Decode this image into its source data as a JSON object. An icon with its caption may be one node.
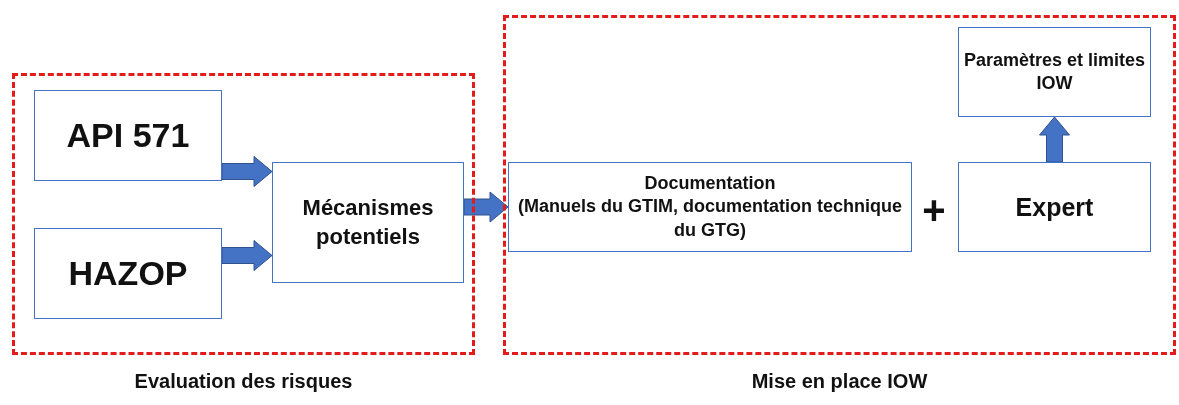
{
  "diagram": {
    "nodes": [
      {
        "text": [
          "Evaluation des risques"
        ]
      },
      {
        "text": [
          "API 571"
        ],
        "in": 0
      },
      {
        "text": [
          "HAZOP"
        ],
        "in": 0
      },
      {
        "text": [
          "Mécanismes potentiels"
        ],
        "in": 0
      },
      {
        "text": [
          "Mise en place IOW"
        ]
      },
      {
        "text": [
          "Documentation",
          "(Manuels du GTIM, documentation technique du GTG)"
        ],
        "in": 4
      },
      {
        "text": [
          "Expert"
        ],
        "in": 4
      },
      {
        "text": [
          "Paramètres et limites IOW"
        ],
        "in": 4
      }
    ],
    "edges": [
      {
        "from": 1,
        "to": 3,
        "arrow": "to"
      },
      {
        "from": 2,
        "to": 3,
        "arrow": "to"
      },
      {
        "from": 3,
        "to": 5,
        "arrow": "to"
      },
      {
        "from": 6,
        "to": 7,
        "arrow": "to"
      }
    ],
    "labels": [
      "+"
    ]
  }
}
